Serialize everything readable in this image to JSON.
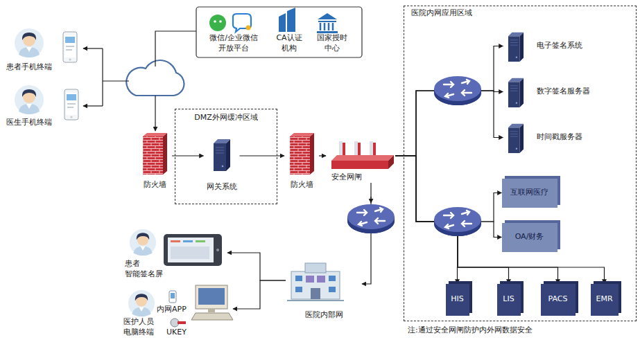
{
  "diagram": {
    "nodes": [
      {
        "text": [
          "患者手机终端"
        ]
      },
      {
        "text": [
          "医生手机终端"
        ]
      },
      {
        "text": [
          "微信/企业微信 开放平台"
        ]
      },
      {
        "text": [
          "CA认证 机构"
        ]
      },
      {
        "text": [
          "国家授时 中心"
        ]
      },
      {
        "text": [
          "防火墙"
        ]
      },
      {
        "text": [
          "DMZ外网缓冲区域"
        ]
      },
      {
        "text": [
          "网关系统"
        ],
        "in": 6
      },
      {
        "text": [
          "防火墙"
        ]
      },
      {
        "text": [
          "安全网闸"
        ]
      },
      {
        "text": [
          "医院内网应用区域"
        ]
      },
      {
        "text": [
          "电子签名系统"
        ],
        "in": 10
      },
      {
        "text": [
          "数字签名服务器"
        ],
        "in": 10
      },
      {
        "text": [
          "时间戳服务器"
        ],
        "in": 10
      },
      {
        "text": [
          "互联网医疗"
        ],
        "in": 10
      },
      {
        "text": [
          "OA/财务"
        ],
        "in": 10
      },
      {
        "text": [
          "HIS"
        ],
        "in": 10
      },
      {
        "text": [
          "LIS"
        ],
        "in": 10
      },
      {
        "text": [
          "PACS"
        ],
        "in": 10
      },
      {
        "text": [
          "EMR"
        ],
        "in": 10
      },
      {
        "text": [
          "医院内部网"
        ]
      },
      {
        "text": [
          "患者 智能签名屏"
        ]
      },
      {
        "text": [
          "医护人员 电脑终端"
        ]
      }
    ],
    "edges": [
      {
        "from": 5,
        "to": 7,
        "arrow": "to"
      },
      {
        "from": 7,
        "to": 8,
        "arrow": "to"
      },
      {
        "from": 8,
        "to": 9,
        "arrow": "to"
      },
      {
        "from": 9,
        "to": 11,
        "arrow": "to"
      },
      {
        "from": 9,
        "to": 12,
        "arrow": "to"
      },
      {
        "from": 9,
        "to": 13,
        "arrow": "to"
      },
      {
        "from": 9,
        "to": 14,
        "arrow": "to"
      },
      {
        "from": 9,
        "to": 15,
        "arrow": "to"
      },
      {
        "from": 9,
        "to": 16,
        "arrow": "to"
      },
      {
        "from": 9,
        "to": 17,
        "arrow": "to"
      },
      {
        "from": 9,
        "to": 18,
        "arrow": "to"
      },
      {
        "from": 9,
        "to": 19,
        "arrow": "to"
      },
      {
        "from": 9,
        "to": 20,
        "arrow": "to"
      },
      {
        "from": 20,
        "to": 21,
        "arrow": "to"
      },
      {
        "from": 20,
        "to": 22,
        "arrow": "to"
      }
    ],
    "labels": [
      "内网APP",
      "UKEY",
      "注:通过安全网闸防护内外网数据安全"
    ]
  }
}
